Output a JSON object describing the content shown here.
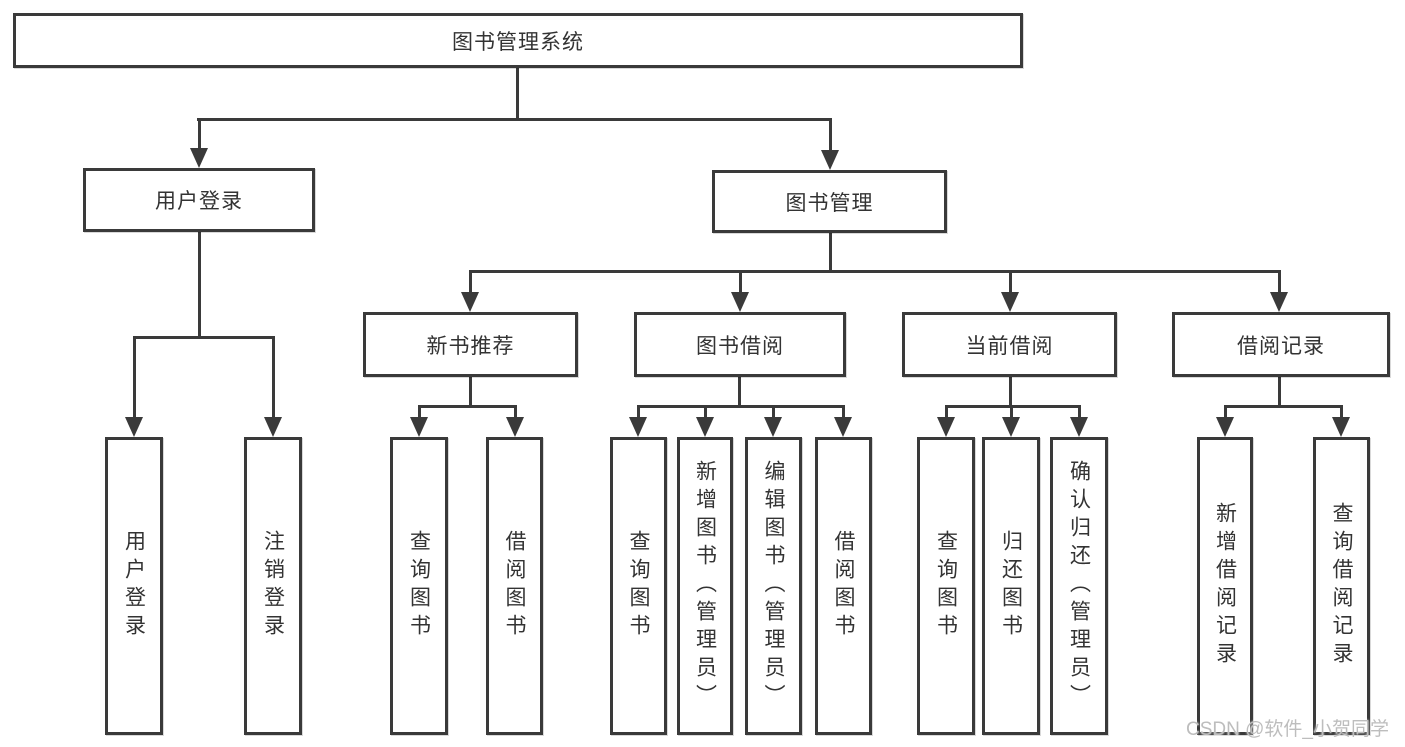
{
  "diagram": {
    "title": "图书管理系统",
    "root": {
      "label": "图书管理系统"
    },
    "branches": [
      {
        "label": "用户登录",
        "children": [
          {
            "label": "用户登录"
          },
          {
            "label": "注销登录"
          }
        ]
      },
      {
        "label": "图书管理",
        "children": [
          {
            "label": "新书推荐",
            "children": [
              {
                "label": "查询图书"
              },
              {
                "label": "借阅图书"
              }
            ]
          },
          {
            "label": "图书借阅",
            "children": [
              {
                "label": "查询图书"
              },
              {
                "label": "新增图书（管理员）"
              },
              {
                "label": "编辑图书（管理员）"
              },
              {
                "label": "借阅图书"
              }
            ]
          },
          {
            "label": "当前借阅",
            "children": [
              {
                "label": "查询图书"
              },
              {
                "label": "归还图书"
              },
              {
                "label": "确认归还（管理员）"
              }
            ]
          },
          {
            "label": "借阅记录",
            "children": [
              {
                "label": "新增借阅记录"
              },
              {
                "label": "查询借阅记录"
              }
            ]
          }
        ]
      }
    ]
  },
  "watermark": {
    "text": "CSDN @软件_小贺同学"
  },
  "colors": {
    "line": "#3a3a3a",
    "text": "#333333",
    "background": "#ffffff",
    "watermark": "#bdbdbd"
  }
}
